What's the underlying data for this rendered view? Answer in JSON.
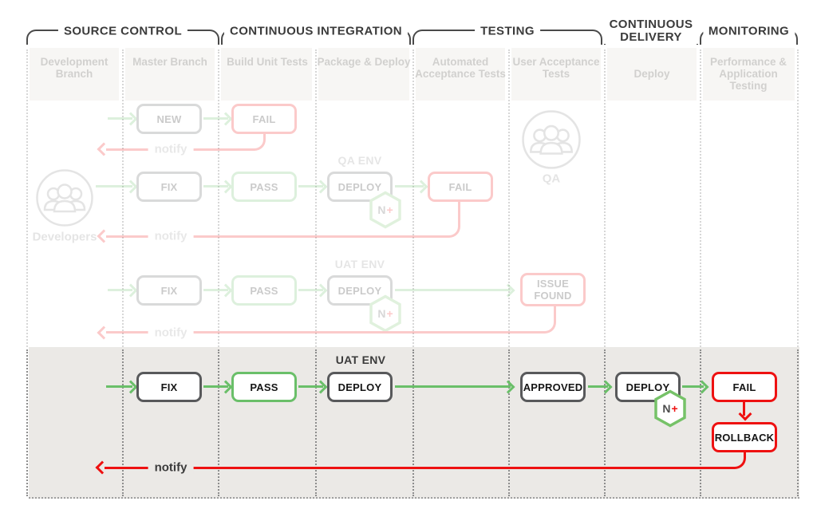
{
  "stages": [
    "SOURCE CONTROL",
    "CONTINUOUS INTEGRATION",
    "TESTING",
    "CONTINUOUS DELIVERY",
    "MONITORING"
  ],
  "columns": [
    "Development Branch",
    "Master Branch",
    "Build Unit Tests",
    "Package & Deploy",
    "Automated Acceptance Tests",
    "User Acceptance Tests",
    "Deploy",
    "Performance & Application Testing"
  ],
  "colors": {
    "green": "#6abf69",
    "red": "#ee1111",
    "box_border": "#58595b",
    "panel_bg": "#ebe9e6"
  },
  "badge": {
    "n": "N",
    "plus": "+"
  },
  "actors": {
    "developers": "Developers",
    "qa": "QA"
  },
  "faded_rows": {
    "row1": {
      "new": "NEW",
      "fail": "FAIL",
      "notify": "notify"
    },
    "row2": {
      "fix": "FIX",
      "pass": "PASS",
      "env": "QA ENV",
      "deploy": "DEPLOY",
      "fail": "FAIL",
      "notify": "notify"
    },
    "row3": {
      "fix": "FIX",
      "pass": "PASS",
      "env": "UAT ENV",
      "deploy": "DEPLOY",
      "issue": "ISSUE FOUND",
      "notify": "notify"
    }
  },
  "active_row": {
    "env": "UAT ENV",
    "fix": "FIX",
    "pass": "PASS",
    "deploy_uat": "DEPLOY",
    "approved": "APPROVED",
    "deploy": "DEPLOY",
    "fail": "FAIL",
    "rollback": "ROLLBACK",
    "notify": "notify"
  }
}
